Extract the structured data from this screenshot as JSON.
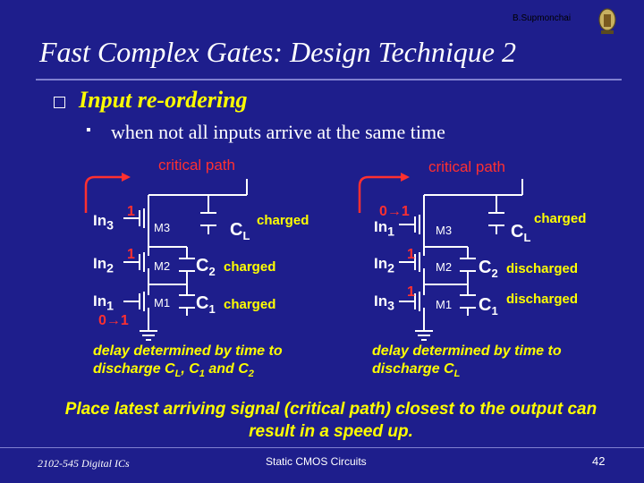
{
  "header": {
    "author": "B.Supmonchai"
  },
  "title": "Fast Complex Gates:  Design Technique 2",
  "bullet": {
    "heading": "Input re-ordering",
    "sub": "when not all inputs arrive at the same time"
  },
  "left_circuit": {
    "critical_path": "critical path",
    "inputs": [
      {
        "name": "In",
        "sub": "3",
        "value": "1",
        "transistor": "M3",
        "cap": "C",
        "cap_sub": "L",
        "status": "charged"
      },
      {
        "name": "In",
        "sub": "2",
        "value": "1",
        "transistor": "M2",
        "cap": "C",
        "cap_sub": "2",
        "status": "charged"
      },
      {
        "name": "In",
        "sub": "1",
        "value": "0→1",
        "transistor": "M1",
        "cap": "C",
        "cap_sub": "1",
        "status": "charged"
      }
    ],
    "delay_line1": "delay determined by time to",
    "delay_line2_pre": "discharge C",
    "delay_sub_l": "L",
    "delay_mid": ", C",
    "delay_sub_1": "1",
    "delay_end": " and C",
    "delay_sub_2": "2"
  },
  "right_circuit": {
    "critical_path": "critical path",
    "inputs": [
      {
        "name": "In",
        "sub": "1",
        "value": "0→1",
        "transistor": "M3",
        "cap": "C",
        "cap_sub": "L",
        "status": "charged"
      },
      {
        "name": "In",
        "sub": "2",
        "value": "1",
        "transistor": "M2",
        "cap": "C",
        "cap_sub": "2",
        "status": "discharged"
      },
      {
        "name": "In",
        "sub": "3",
        "value": "1",
        "transistor": "M1",
        "cap": "C",
        "cap_sub": "1",
        "status": "discharged"
      }
    ],
    "delay_line1": "delay determined by time to",
    "delay_line2_pre": "discharge C",
    "delay_sub_l": "L"
  },
  "conclusion": "Place latest arriving signal (critical path) closest to the output can result in a speed up.",
  "footer": {
    "course": "2102-545 Digital ICs",
    "topic": "Static CMOS Circuits",
    "page": "42"
  },
  "colors": {
    "background": "#1e1e8c",
    "accent_yellow": "#ffff00",
    "accent_red": "#ff3030"
  }
}
